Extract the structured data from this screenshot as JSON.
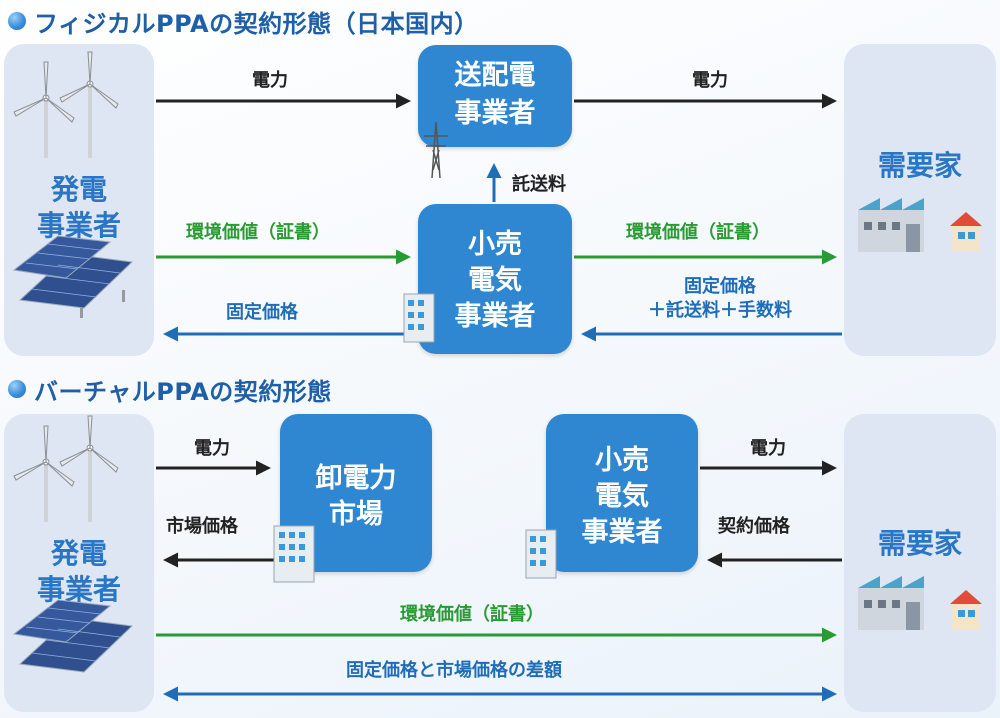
{
  "section1": {
    "heading": "フィジカルPPAの契約形態（日本国内）",
    "generator_label": [
      "発電",
      "事業者"
    ],
    "consumer_label": "需要家",
    "transmission_label": [
      "送配電",
      "事業者"
    ],
    "retailer_label": [
      "小売",
      "電気",
      "事業者"
    ],
    "arrow_power_left": "電力",
    "arrow_power_right": "電力",
    "arrow_wheeling_fee": "託送料",
    "arrow_env_left": "環境価値（証書）",
    "arrow_env_right": "環境価値（証書）",
    "arrow_fixed_price": "固定価格",
    "arrow_consumer_price": [
      "固定価格",
      "＋託送料＋手数料"
    ]
  },
  "section2": {
    "heading": "バーチャルPPAの契約形態",
    "generator_label": [
      "発電",
      "事業者"
    ],
    "consumer_label": "需要家",
    "wholesale_label": [
      "卸電力",
      "市場"
    ],
    "retailer_label": [
      "小売",
      "電気",
      "事業者"
    ],
    "arrow_power_left": "電力",
    "arrow_market_price": "市場価格",
    "arrow_power_right": "電力",
    "arrow_contract_price": "契約価格",
    "arrow_env": "環境価値（証書）",
    "arrow_difference": "固定価格と市場価格の差額"
  },
  "colors": {
    "black_arrow": "#222222",
    "green_arrow": "#2a9a35",
    "blue_arrow": "#1f6db8",
    "box_blue": "#2e87d0",
    "panel": "#dde6f2"
  },
  "icons": [
    "wind-turbine-icon",
    "solar-panel-icon",
    "factory-icon",
    "house-icon",
    "office-building-icon",
    "transmission-tower-icon"
  ]
}
